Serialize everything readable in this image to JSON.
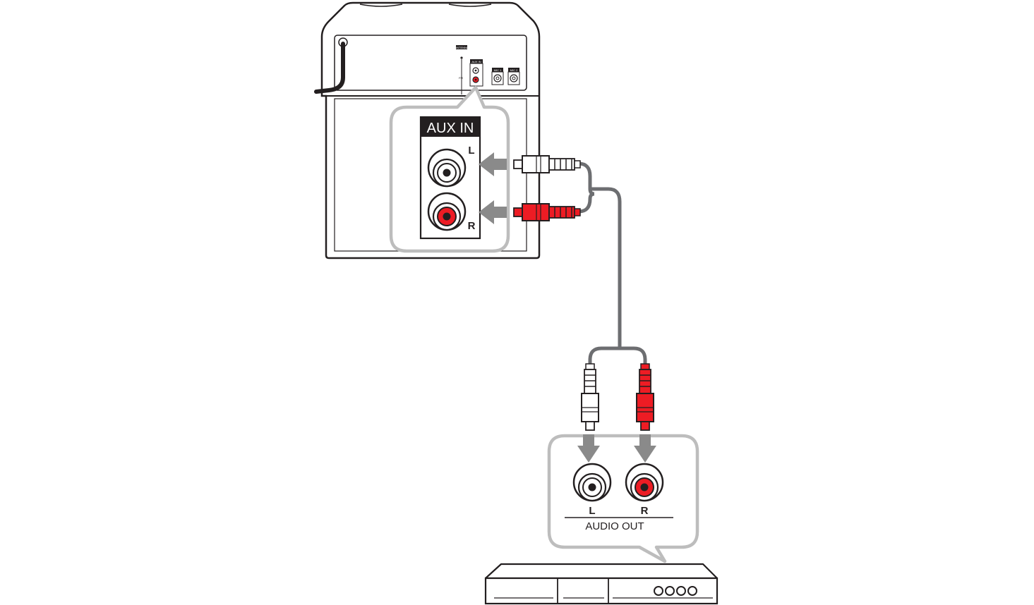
{
  "speaker": {
    "panel_labels": {
      "antenna": "ANTENNA",
      "aux_in": "AUX IN",
      "mic1": "MIC 1",
      "mic2": "MIC 2"
    }
  },
  "aux_callout": {
    "title": "AUX IN",
    "left_label": "L",
    "right_label": "R"
  },
  "audio_out_callout": {
    "left_label": "L",
    "right_label": "R",
    "title": "AUDIO OUT"
  },
  "colors": {
    "outline": "#231f20",
    "callout_gray": "#bdbdbd",
    "arrow_gray": "#8a8a8a",
    "cable_gray": "#6d6e71",
    "red": "#ed1c24",
    "white": "#ffffff"
  }
}
